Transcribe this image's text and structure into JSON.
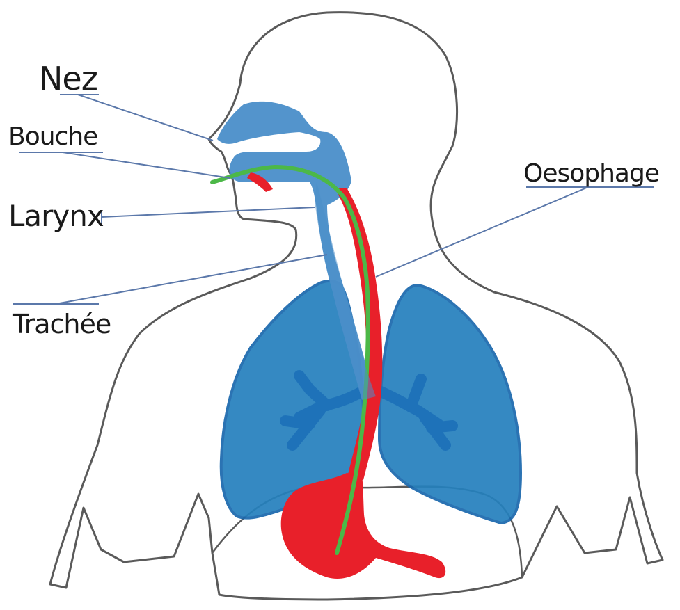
{
  "labels": {
    "nez": "Nez",
    "bouche": "Bouche",
    "larynx": "Larynx",
    "trachee": "Trachée",
    "oesophage": "Oesophage"
  },
  "colors": {
    "outline": "#5a5a5a",
    "airway": "#4a8ec9",
    "lungs": "#2480bd",
    "lung_edge": "#1a68ad",
    "bronchi": "#1b6fb8",
    "digestive": "#e8202a",
    "tube": "#4cb848",
    "leader": "#5b78aa"
  }
}
